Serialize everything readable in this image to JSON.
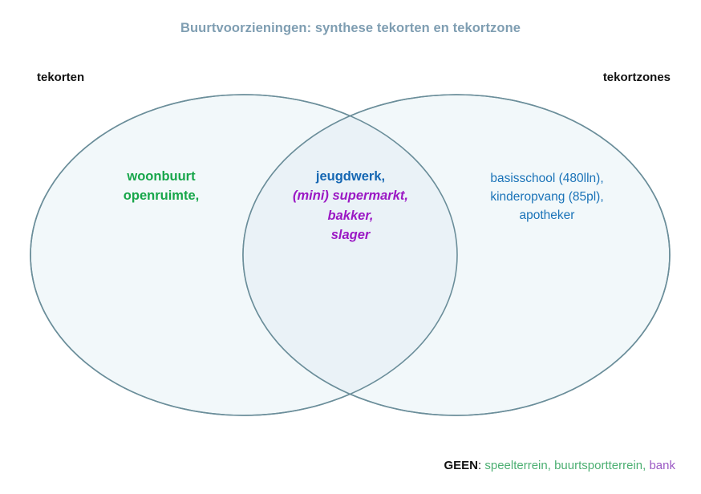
{
  "diagram": {
    "title": "Buurtvoorzieningen: synthese tekorten en tekortzone",
    "type": "venn-2set",
    "title_color": "#7f9eb2",
    "circle_stroke_color": "#6b8e9a",
    "circle_fill_color": "#f2f8fa",
    "overlap_fill_color": "#eaf2f7",
    "sets": {
      "left": {
        "caption": "tekorten",
        "caption_color": "#111111",
        "items_color": "#17a64a",
        "items": [
          {
            "text": "woonbuurt",
            "style": "bold",
            "color": "#17a64a"
          },
          {
            "text": "openruimte,",
            "style": "bold",
            "color": "#17a64a"
          }
        ]
      },
      "right": {
        "caption": "tekortzones",
        "caption_color": "#111111",
        "items_color": "#1a73b8",
        "items": [
          {
            "text": "basisschool (480lln),",
            "style": "regular",
            "color": "#1a73b8"
          },
          {
            "text": "kinderopvang (85pl),",
            "style": "regular",
            "color": "#1a73b8"
          },
          {
            "text": "apotheker",
            "style": "regular",
            "color": "#1a73b8"
          }
        ]
      },
      "intersection": {
        "items": [
          {
            "text": "jeugdwerk,",
            "style": "bold",
            "color": "#1567b3"
          },
          {
            "text": "(mini) supermarkt,",
            "style": "bold-italic",
            "color": "#9b18c4"
          },
          {
            "text": "bakker,",
            "style": "bold-italic",
            "color": "#9b18c4"
          },
          {
            "text": "slager",
            "style": "bold-italic",
            "color": "#9b18c4"
          }
        ]
      }
    },
    "footer": {
      "label": "GEEN",
      "separator": ": ",
      "green_items": "speelterrein, buurtsportterrein,",
      "green_color": "#4caf72",
      "purple_item": "bank",
      "purple_color": "#9b59c4"
    }
  },
  "chart_data": {
    "type": "venn",
    "title": "Buurtvoorzieningen: synthese tekorten en tekortzone",
    "set_labels": [
      "tekorten",
      "tekortzones"
    ],
    "left_only": [
      "woonbuurt",
      "openruimte,"
    ],
    "intersection": [
      "jeugdwerk,",
      "(mini) supermarkt,",
      "bakker,",
      "slager"
    ],
    "right_only": [
      "basisschool (480lln),",
      "kinderopvang (85pl),",
      "apotheker"
    ],
    "outside": [
      "speelterrein,",
      "buurtsportterrein,",
      "bank"
    ],
    "outside_label": "GEEN"
  }
}
